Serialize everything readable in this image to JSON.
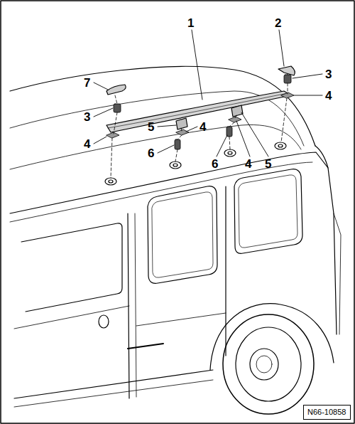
{
  "diagram": {
    "nodes": [
      {
        "text": [
          "N66-10858"
        ]
      }
    ],
    "labels": [
      "1",
      "2",
      "7",
      "3",
      "4",
      "3",
      "5",
      "4",
      "4",
      "6",
      "6",
      "4",
      "5"
    ]
  }
}
